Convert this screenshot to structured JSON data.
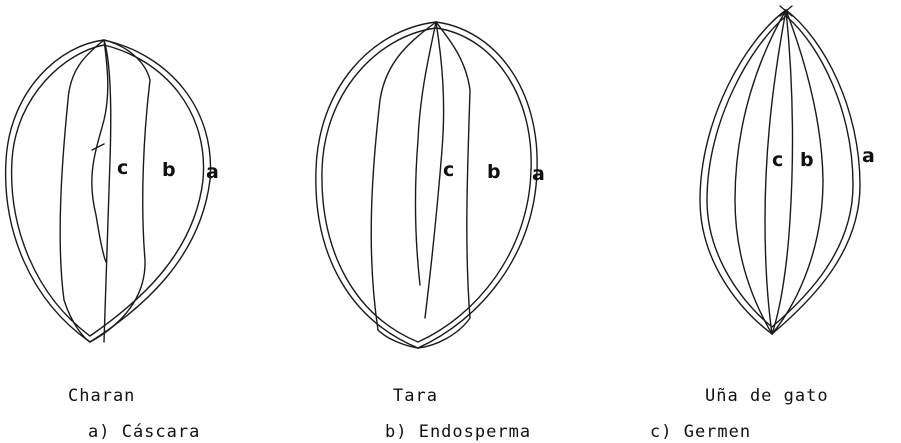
{
  "seeds": [
    {
      "name": "Charan",
      "part_labels": [
        "c",
        "b",
        "a"
      ]
    },
    {
      "name": "Tara",
      "part_labels": [
        "c",
        "b",
        "a"
      ]
    },
    {
      "name": "Uña de gato",
      "part_labels": [
        "c",
        "b",
        "a"
      ]
    }
  ],
  "legend": [
    "a) Cáscara",
    "b) Endosperma",
    "c) Germen"
  ]
}
